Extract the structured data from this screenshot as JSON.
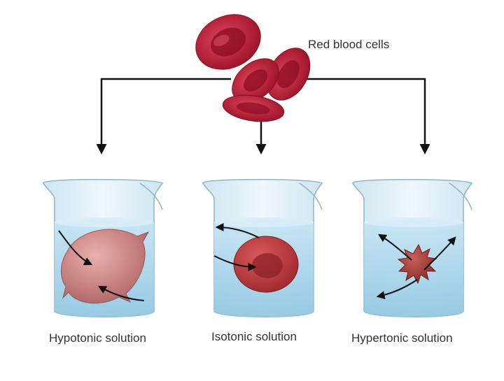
{
  "diagram": {
    "top_label": "Red blood cells",
    "beakers": [
      {
        "label": "Hypotonic solution"
      },
      {
        "label": "Isotonic solution"
      },
      {
        "label": "Hypertonic solution"
      }
    ]
  },
  "colors": {
    "cell": "#c0233a",
    "cell_dark": "#8e0f23",
    "swollen_cell": "#c98080",
    "shrunken_cell": "#a8403f",
    "water": "#a9d3ea",
    "glass": "#d6ecf6",
    "connector": "#111111"
  },
  "icons": [
    "red-blood-cell-icon",
    "arrow-down-icon",
    "osmosis-arrow-icon"
  ]
}
